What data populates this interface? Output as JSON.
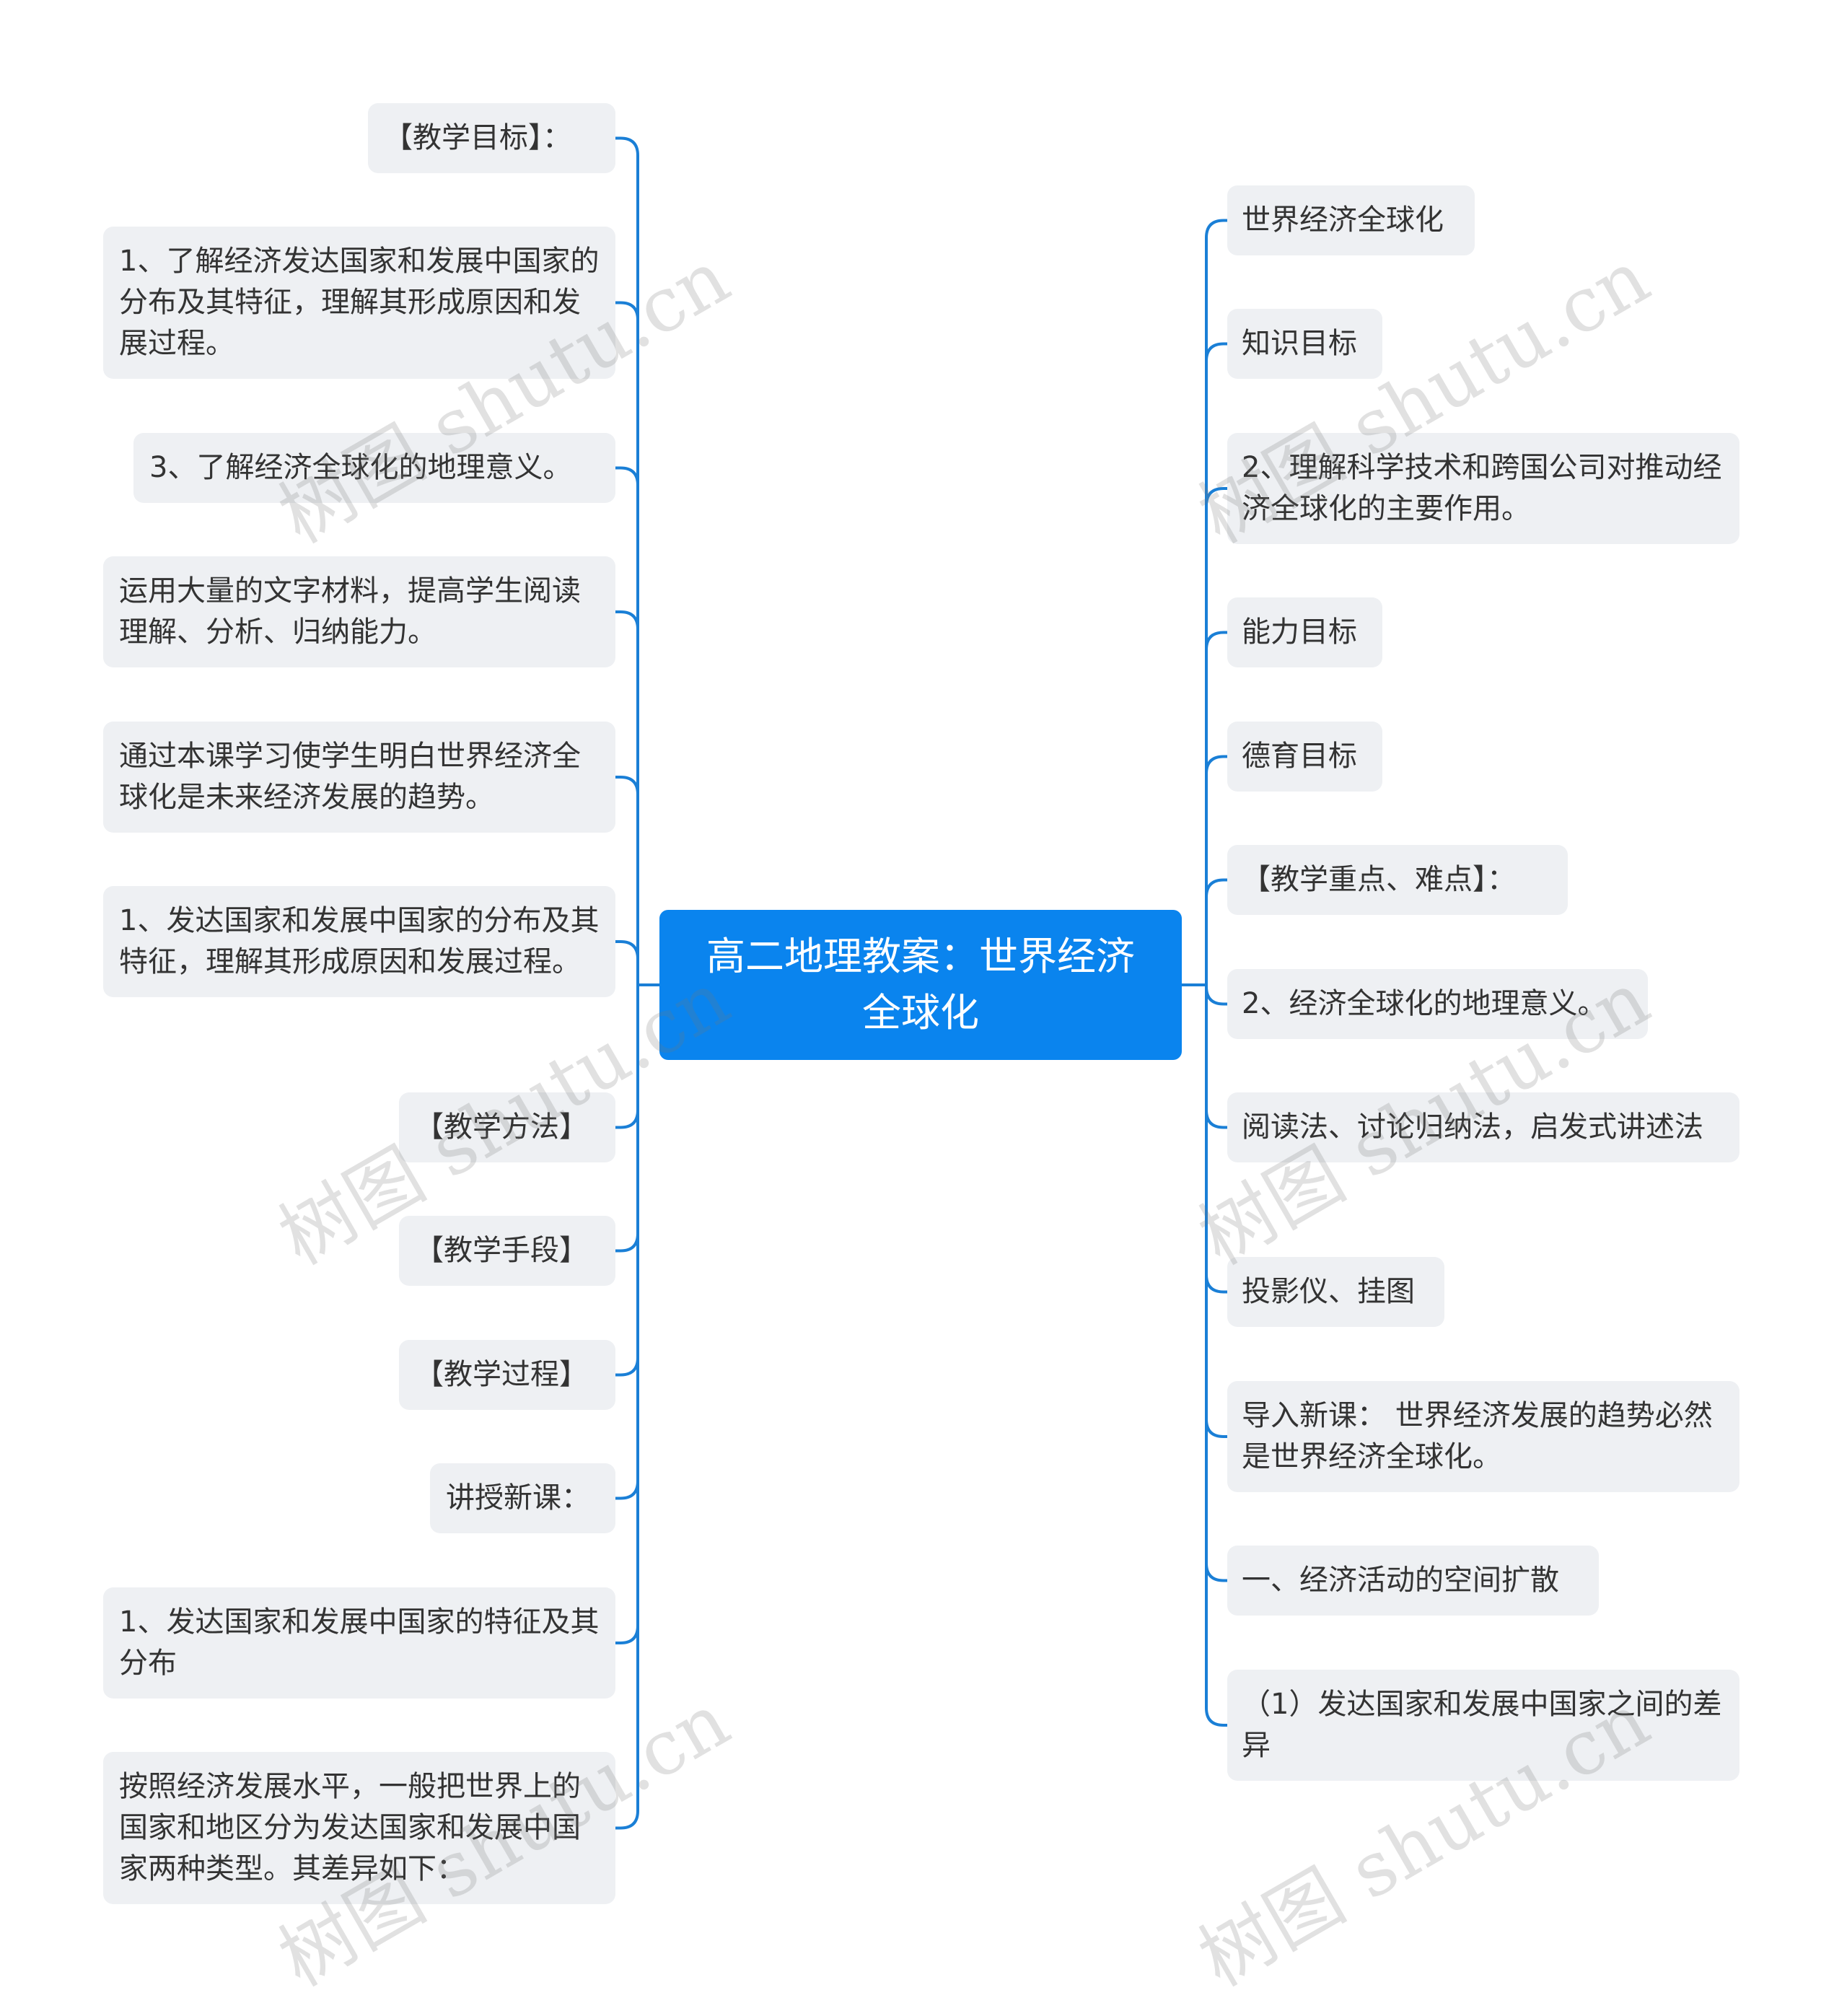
{
  "root": {
    "label": "高二地理教案：世界经济全球化"
  },
  "left_nodes": [
    "【教学目标】：",
    "1、了解经济发达国家和发展中国家的分布及其特征，理解其形成原因和发展过程。",
    "3、了解经济全球化的地理意义。",
    "运用大量的文字材料，提高学生阅读理解、分析、归纳能力。",
    "通过本课学习使学生明白世界经济全球化是未来经济发展的趋势。",
    "1、发达国家和发展中国家的分布及其特征，理解其形成原因和发展过程。",
    "【教学方法】",
    "【教学手段】",
    "【教学过程】",
    "讲授新课：",
    "1、发达国家和发展中国家的特征及其分布",
    "按照经济发展水平，一般把世界上的国家和地区分为发达国家和发展中国家两种类型。其差异如下："
  ],
  "right_nodes": [
    "世界经济全球化",
    "知识目标",
    "2、理解科学技术和跨国公司对推动经济全球化的主要作用。",
    "能力目标",
    "德育目标",
    "【教学重点、难点】：",
    "2、经济全球化的地理意义。",
    "阅读法、讨论归纳法，启发式讲述法",
    "投影仪、挂图",
    "导入新课： 世界经济发展的趋势必然是世界经济全球化。",
    "一、经济活动的空间扩散",
    "（1）发达国家和发展中国家之间的差异"
  ],
  "watermark": "树图 shutu.cn",
  "colors": {
    "root_bg": "#0a84ee",
    "node_bg": "#eef0f3",
    "link": "#1a7fd6",
    "text": "#333333"
  }
}
